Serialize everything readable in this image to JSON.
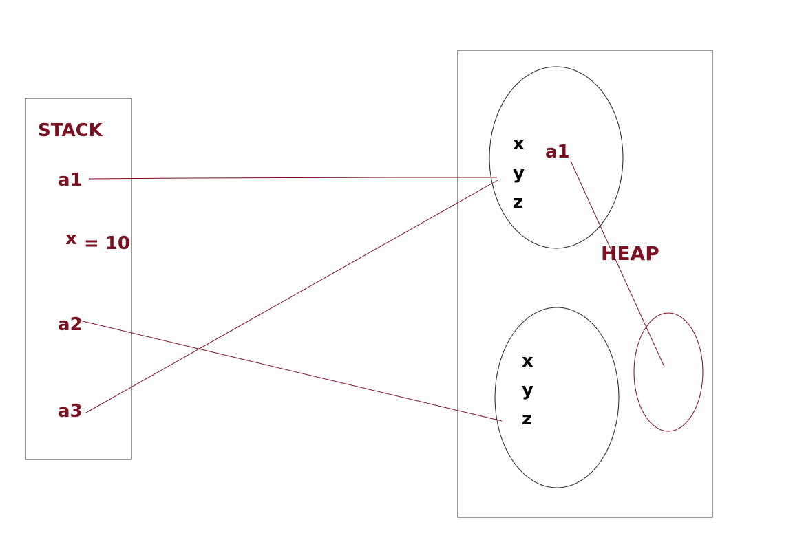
{
  "colors": {
    "label": "#7b1020",
    "field": "#000000",
    "box": "#333333",
    "object": "#222222",
    "reference": "#7b1020"
  },
  "stack": {
    "title": "STACK",
    "vars": [
      {
        "name": "a1"
      },
      {
        "name": "a2"
      },
      {
        "name": "a3"
      }
    ],
    "primitive": {
      "name": "x",
      "value": "= 10"
    }
  },
  "heap": {
    "title": "HEAP",
    "object_a": {
      "fields": [
        "x",
        "y",
        "z"
      ],
      "ref_label": "a1"
    },
    "object_b": {
      "fields": [
        "x",
        "y",
        "z"
      ]
    }
  }
}
